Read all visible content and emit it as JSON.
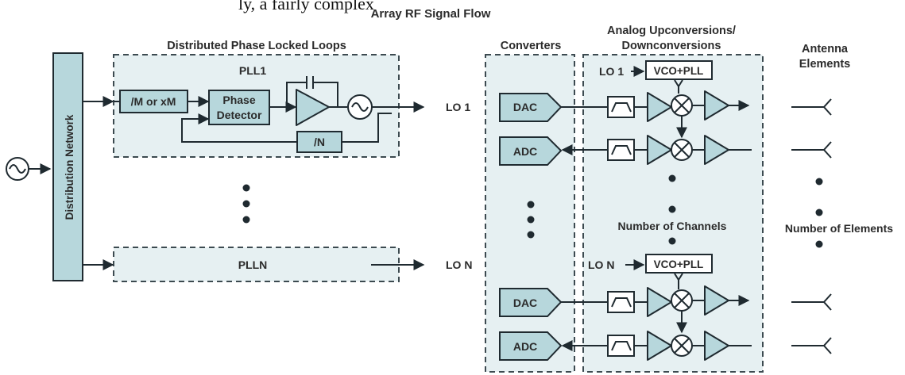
{
  "top_cut_text": "ly, a fairly complex",
  "title": "Array RF Signal Flow",
  "sections": {
    "pll_region": "Distributed Phase Locked Loops",
    "converters": "Converters",
    "analog": "Analog Upconversions/\nDownconversions",
    "antenna": "Antenna\nElements"
  },
  "source": {
    "distribution_network": "Distribution Network"
  },
  "pll1": {
    "title": "PLL1",
    "divider_in": "/M or xM",
    "phase_detector": "Phase\nDetector",
    "feedback_divider": "/N"
  },
  "plln": {
    "title": "PLLN"
  },
  "lo_labels": {
    "lo1": "LO 1",
    "lon": "LO N"
  },
  "converter_blocks": [
    "DAC",
    "ADC",
    "DAC",
    "ADC"
  ],
  "vco": {
    "lo1_label": "LO 1",
    "lon_label": "LO N",
    "block": "VCO+PLL"
  },
  "notes": {
    "channels": "Number of Channels",
    "elements": "Number of Elements"
  },
  "colors": {
    "fill": "#b7d7dc",
    "region_fill": "#e6f0f2",
    "stroke": "#1f2a30"
  }
}
